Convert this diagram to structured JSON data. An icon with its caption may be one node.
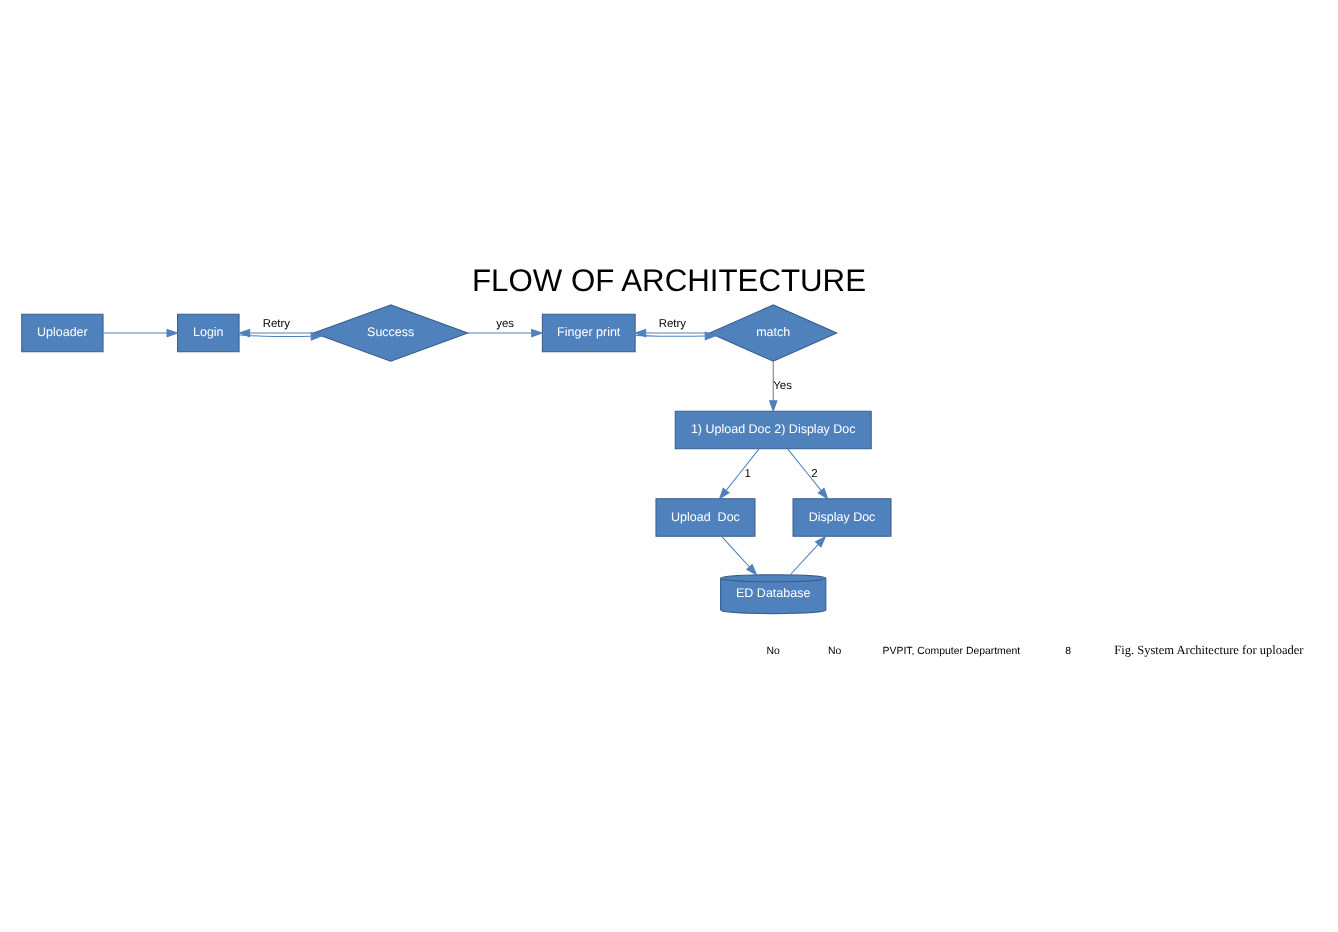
{
  "diagram": {
    "title": "FLOW OF ARCHITECTURE",
    "caption": "Fig. System Architecture for uploader",
    "nodes": [
      {
        "text": [
          "Uploader"
        ]
      },
      {
        "text": [
          "Login"
        ]
      },
      {
        "text": [
          "Success"
        ]
      },
      {
        "text": [
          "Finger print"
        ]
      },
      {
        "text": [
          "match"
        ]
      },
      {
        "text": [
          "1) Upload Doc 2) Display Doc"
        ]
      },
      {
        "text": [
          "Upload  Doc"
        ]
      },
      {
        "text": [
          "ED Database"
        ]
      },
      {
        "text": [
          "Display Doc"
        ]
      }
    ],
    "edges": [
      {
        "from": 0,
        "to": 1,
        "arrow": "to"
      },
      {
        "from": 1,
        "to": 2,
        "arrow": "to"
      },
      {
        "from": 2,
        "to": 3,
        "arrow": "to",
        "label": "yes"
      },
      {
        "from": 2,
        "to": 1,
        "arrow": "to",
        "label": "Retry"
      },
      {
        "from": 3,
        "to": 4,
        "arrow": "to"
      },
      {
        "from": 4,
        "to": 3,
        "arrow": "to",
        "label": "Retry"
      },
      {
        "from": 4,
        "to": 5,
        "arrow": "to",
        "label": "Yes"
      },
      {
        "from": 5,
        "to": 6,
        "arrow": "to",
        "label": "1"
      },
      {
        "from": 5,
        "to": 8,
        "arrow": "to",
        "label": "2"
      },
      {
        "from": 6,
        "to": 7,
        "arrow": "to"
      },
      {
        "from": 7,
        "to": 8,
        "arrow": "to"
      }
    ],
    "labels": [
      "No",
      "No",
      "PVPIT, Computer Department",
      "8"
    ]
  }
}
